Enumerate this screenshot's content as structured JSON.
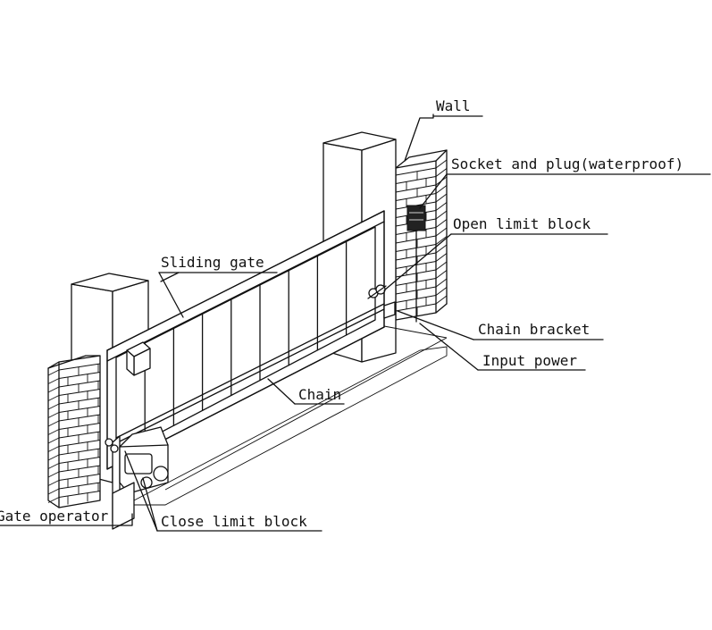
{
  "diagram": {
    "labels": {
      "wall": "Wall",
      "socket": "Socket and plug(waterproof)",
      "open_limit": "Open limit block",
      "sliding_gate": "Sliding gate",
      "chain_bracket": "Chain bracket",
      "input_power": "Input power",
      "chain": "Chain",
      "gate_operator": "Gate operator",
      "close_limit": "Close limit block"
    },
    "colors": {
      "line": "#111111",
      "background": "#ffffff",
      "socket_fill": "#222222"
    }
  }
}
